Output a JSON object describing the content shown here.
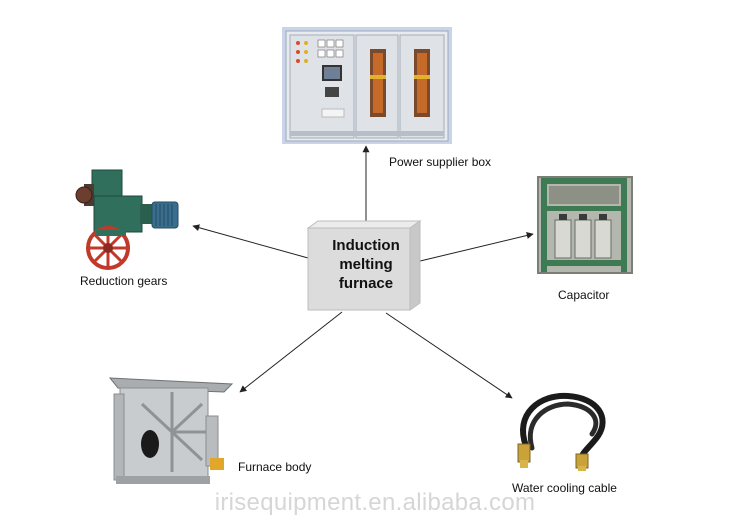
{
  "center": {
    "lines": [
      "Induction",
      "melting",
      "furnace"
    ]
  },
  "components": {
    "power_supplier_box": "Power supplier box",
    "reduction_gears": "Reduction gears",
    "capacitor": "Capacitor",
    "furnace_body": "Furnace body",
    "water_cooling_cable": "Water cooling cable"
  },
  "watermark": "irisequipment.en.alibaba.com",
  "colors": {
    "cabinet_blue": "#b9c7e4",
    "gear_green": "#2f6f5c",
    "wheel_red": "#c0392b",
    "rack_green": "#3e7a54",
    "furnace_silver": "#c9ccce",
    "cable_black": "#1b1b1b",
    "box_grey": "#dcdcdc"
  }
}
